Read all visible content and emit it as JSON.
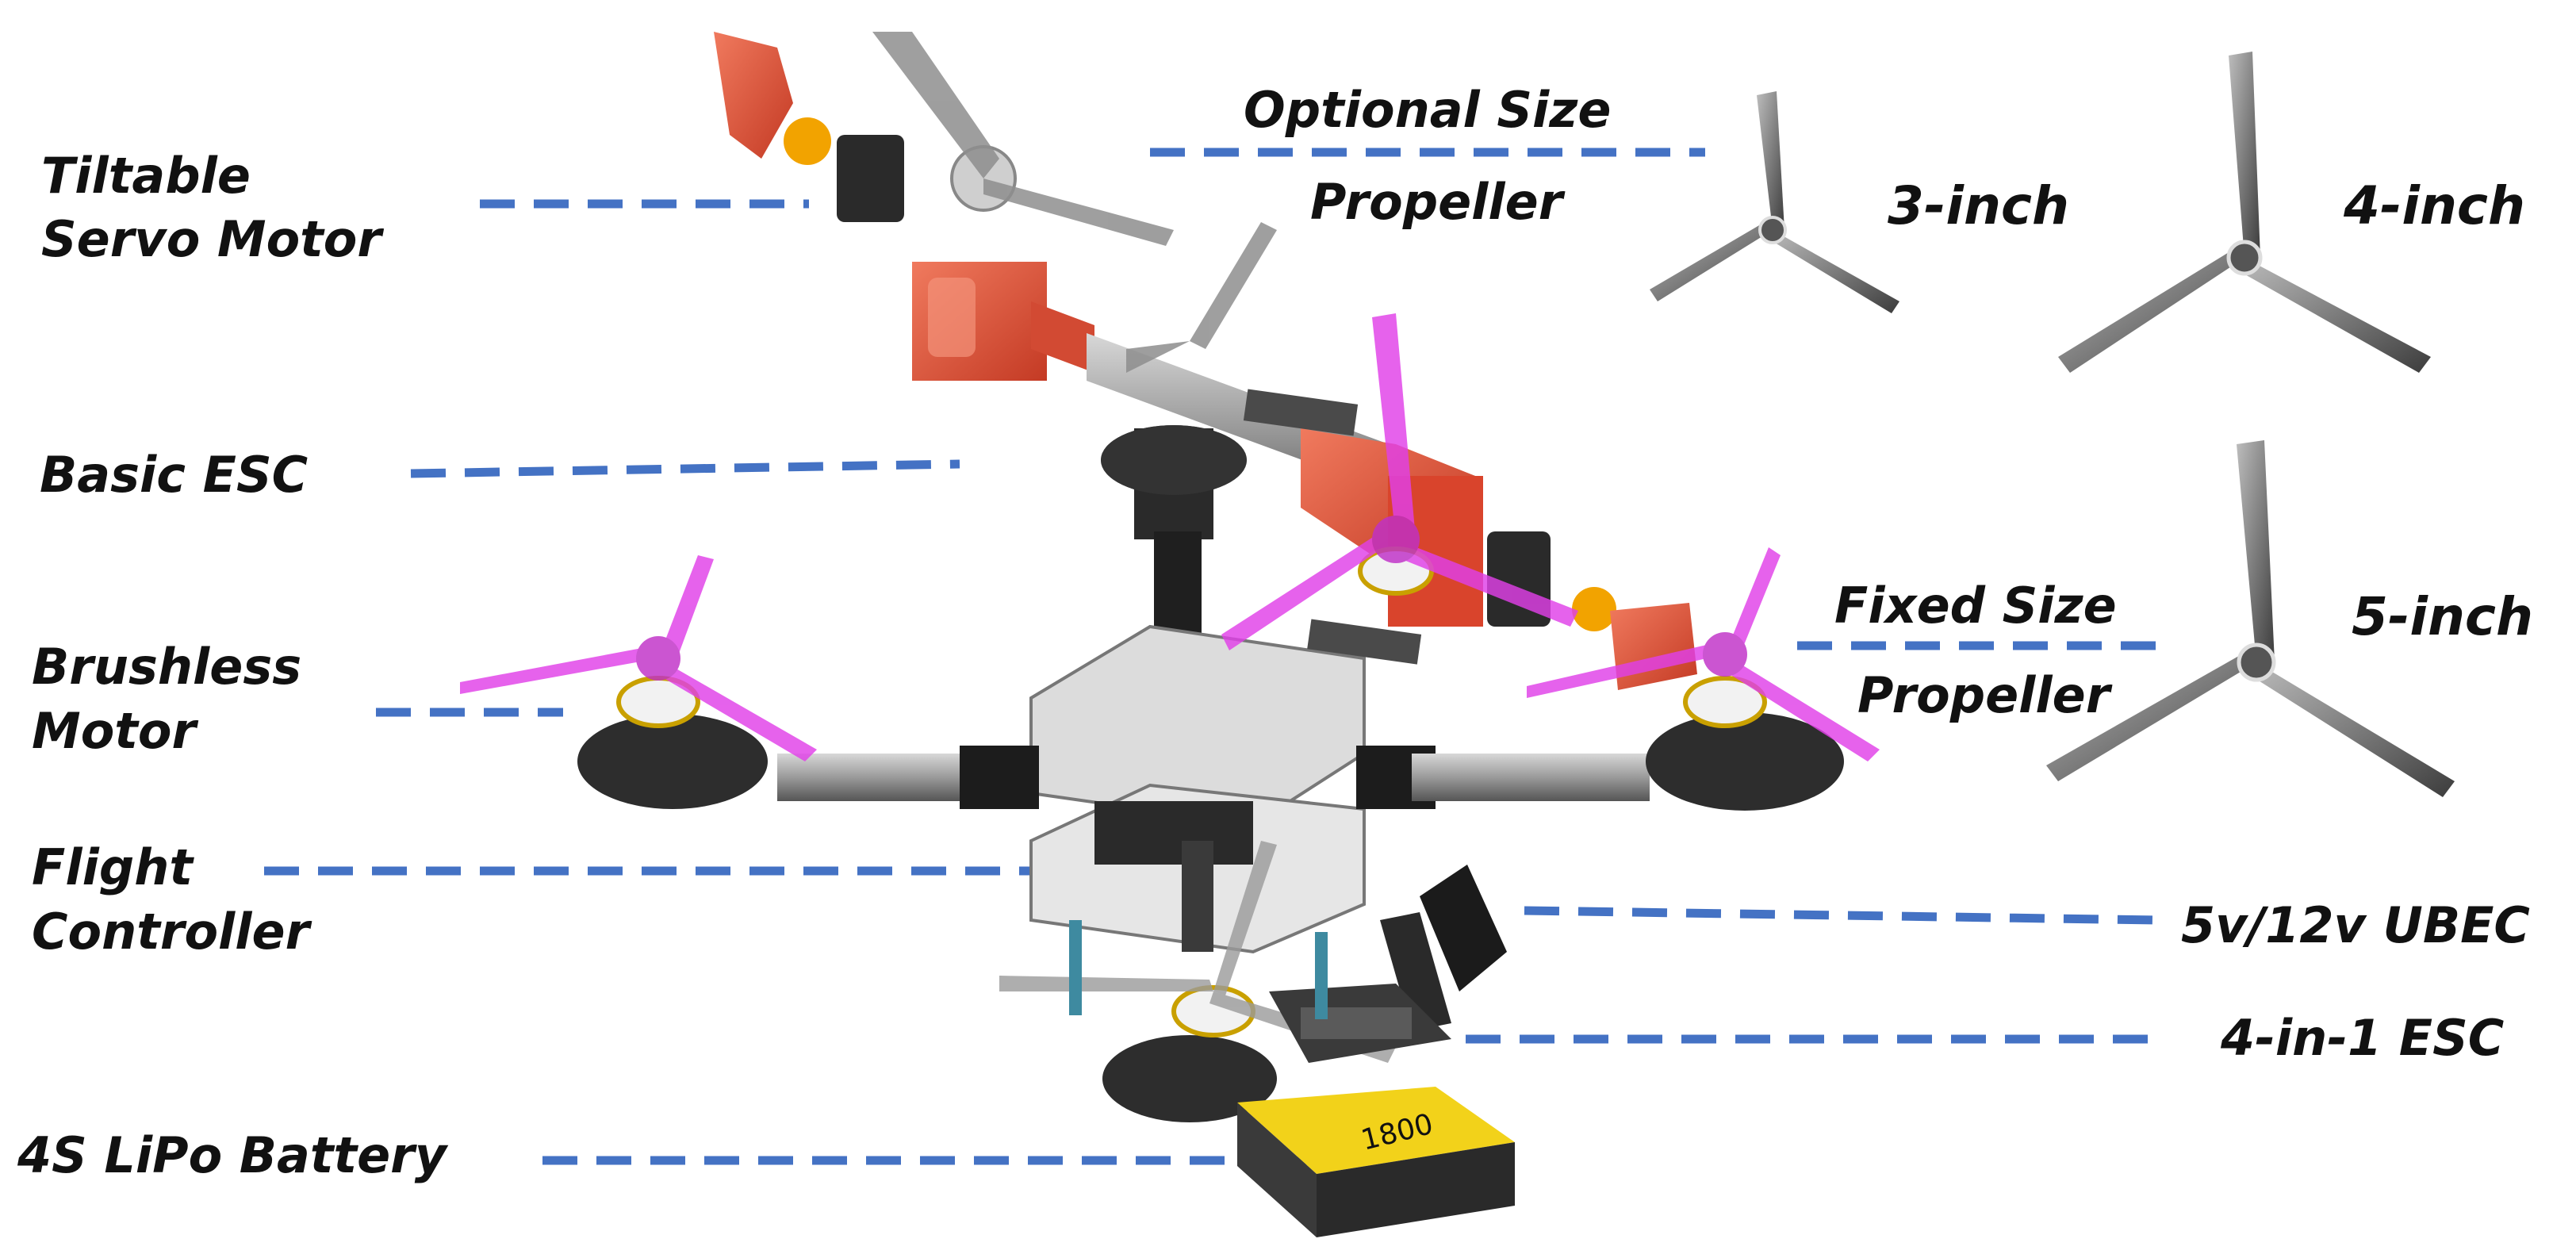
{
  "labels": {
    "tiltable_servo_motor": [
      "Tiltable",
      "Servo Motor"
    ],
    "basic_esc": "Basic ESC",
    "brushless_motor": [
      "Brushless",
      "Motor"
    ],
    "flight_controller": [
      "Flight",
      "Controller"
    ],
    "lipo_battery": "4S LiPo Battery",
    "optional_size_propeller": [
      "Optional Size",
      "Propeller"
    ],
    "fixed_size_propeller": [
      "Fixed Size",
      "Propeller"
    ],
    "ubec": "5v/12v UBEC",
    "four_in_one_esc": "4-in-1 ESC",
    "battery_capacity": "1800"
  },
  "propeller_sizes": [
    "3-inch",
    "4-inch",
    "5-inch"
  ],
  "colors": {
    "leader_line": "#4472c4",
    "frame_red": "#e0533c",
    "propeller_pink": "#e040e8",
    "propeller_gray": "#6e6e6e",
    "battery_yellow": "#f2d21a"
  }
}
